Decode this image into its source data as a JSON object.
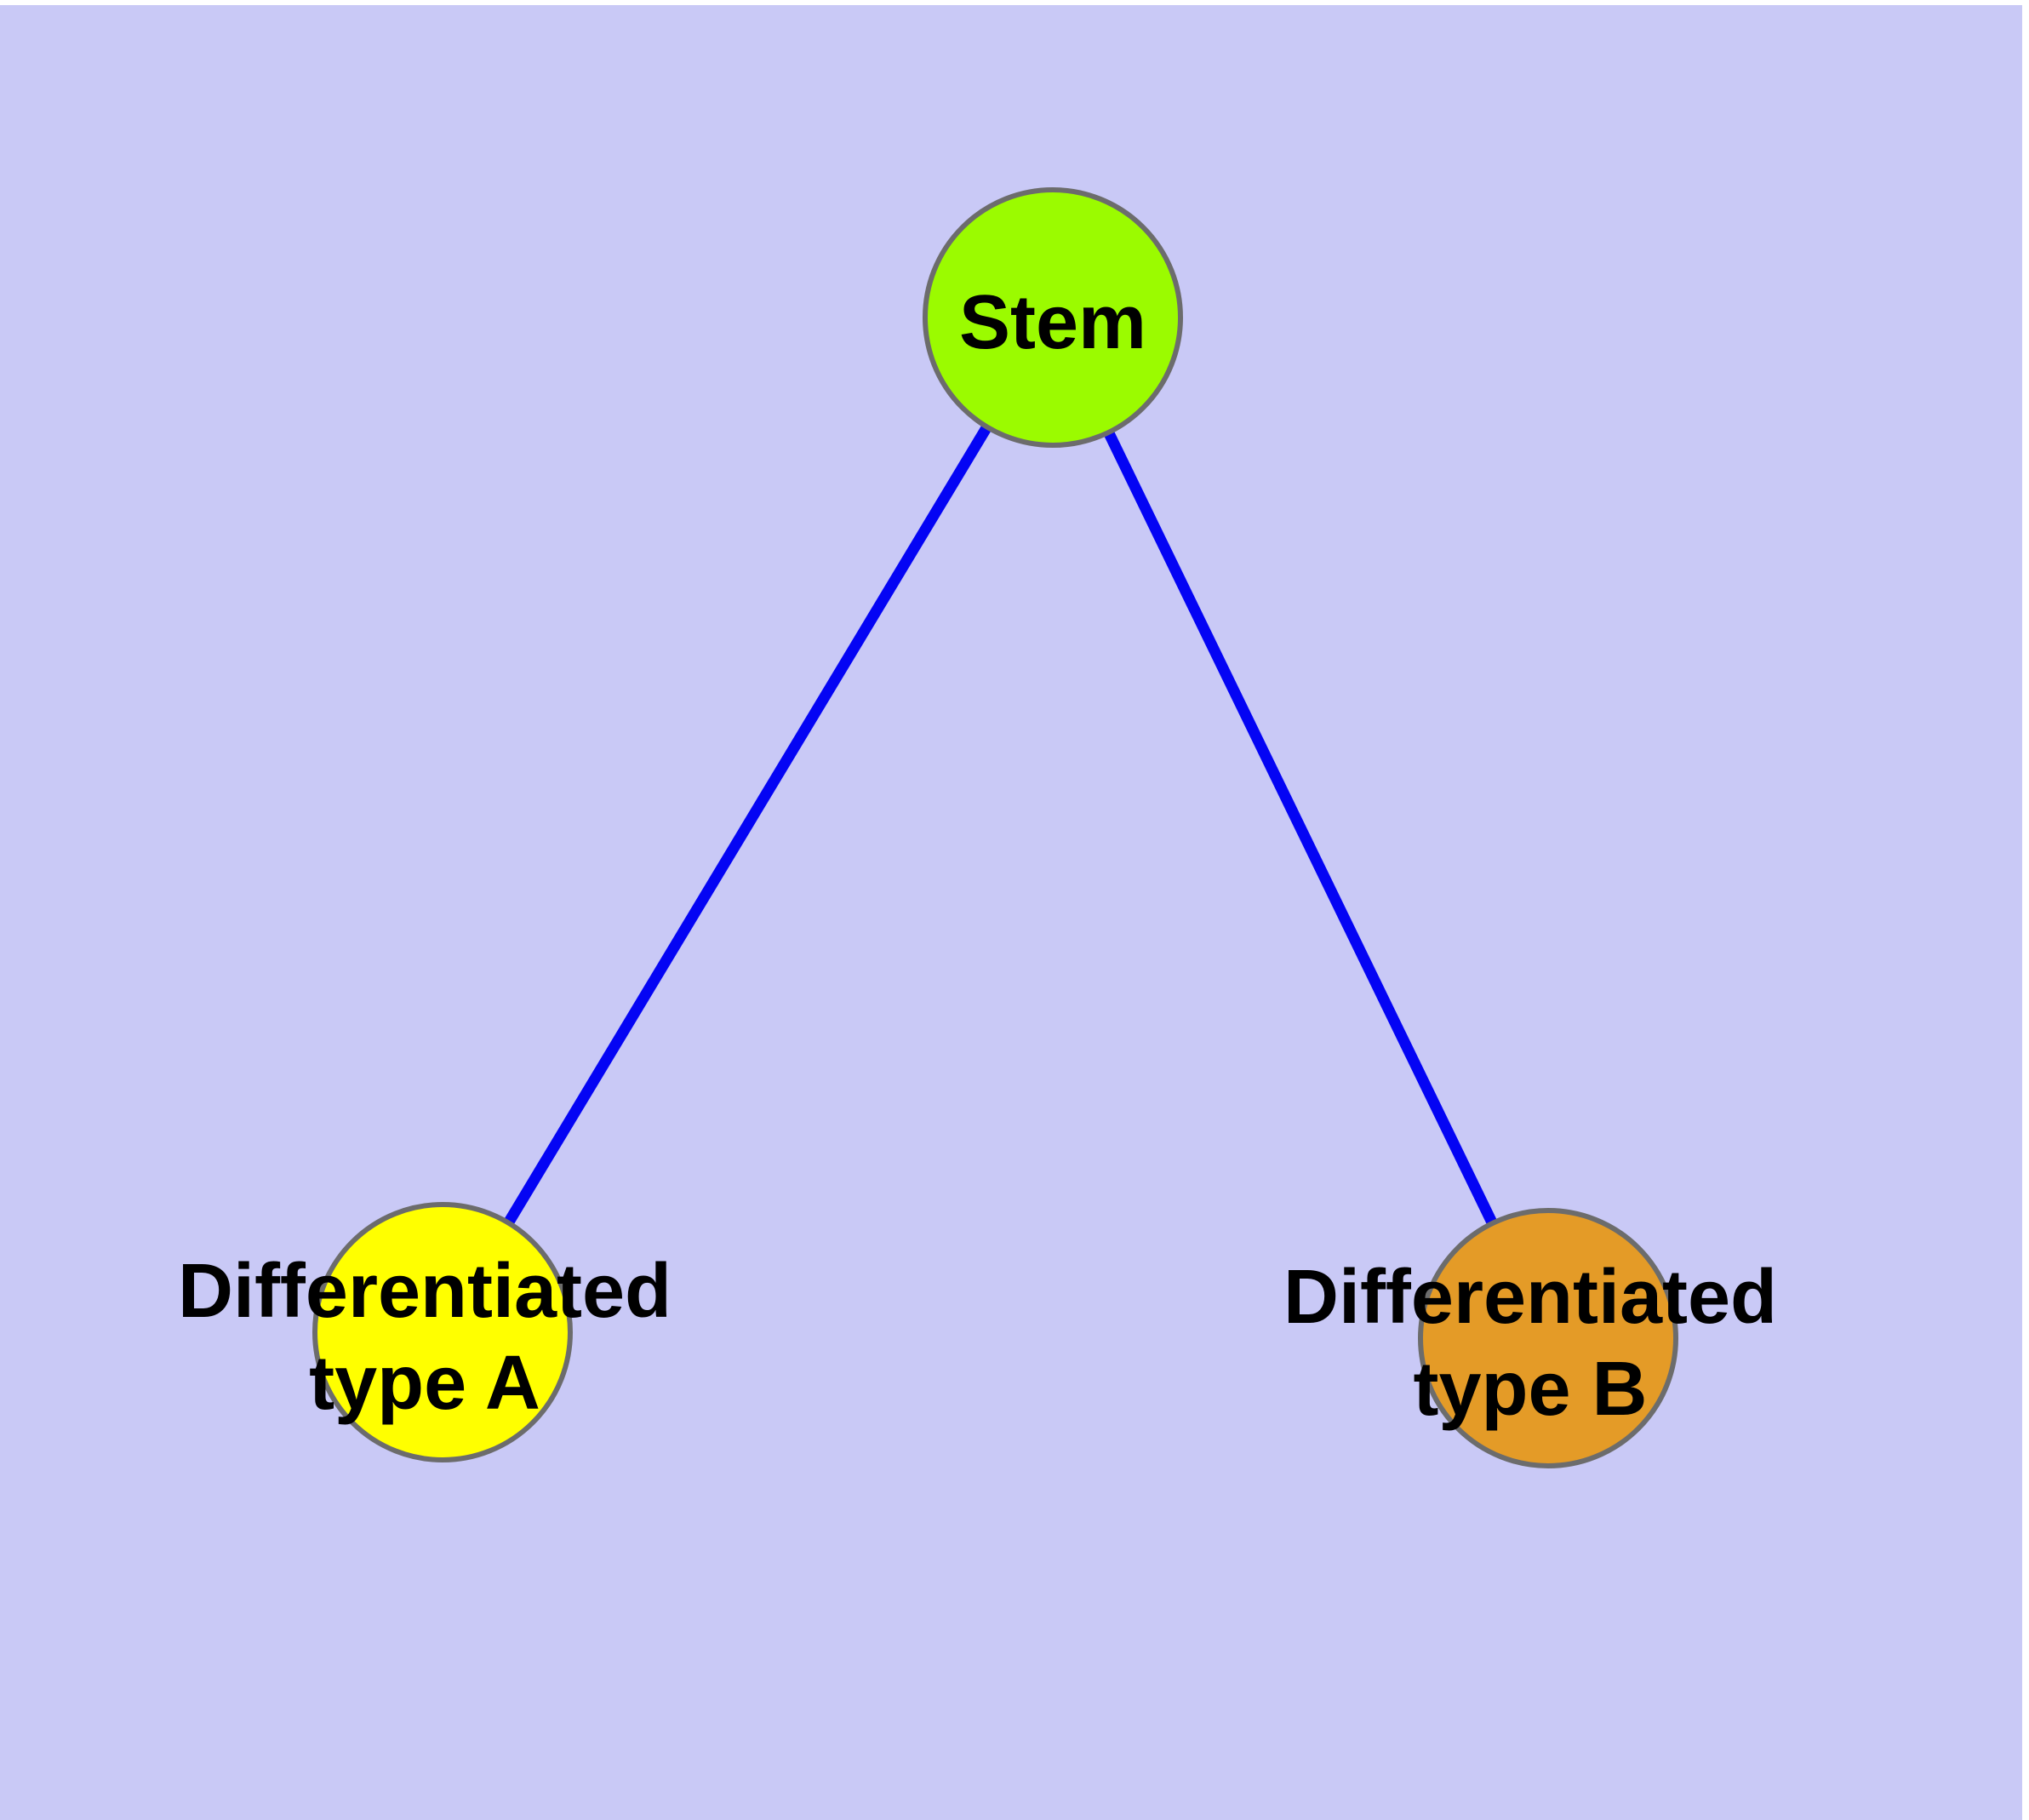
{
  "page": {
    "background": "#FFFFFF"
  },
  "canvas": {
    "background": "#C9C9F6"
  },
  "diagram": {
    "type": "graph",
    "edge_color": "#0404F4",
    "node_border_color": "#6C6C6C",
    "text_color": "#000000",
    "nodes": [
      {
        "id": "stem",
        "lines": [
          "Stem"
        ],
        "fill": "#9BFB00"
      },
      {
        "id": "differentiated-type-a",
        "lines": [
          "Differentiated",
          "type A"
        ],
        "fill": "#FFFF00"
      },
      {
        "id": "differentiated-type-b",
        "lines": [
          "Differentiated",
          "type B"
        ],
        "fill": "#E49B27"
      }
    ],
    "edges": [
      {
        "from": "stem",
        "to": "differentiated-type-a"
      },
      {
        "from": "stem",
        "to": "differentiated-type-b"
      }
    ]
  }
}
